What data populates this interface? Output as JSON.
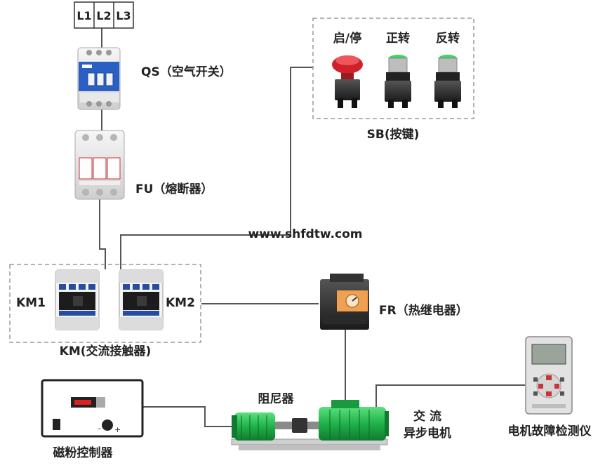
{
  "phases": [
    "L1",
    "L2",
    "L3"
  ],
  "labels": {
    "qs": "QS（空气开关）",
    "fu": "FU（熔断器）",
    "sb": "SB(按键)",
    "km": "KM(交流接触器)",
    "km1": "KM1",
    "km2": "KM2",
    "fr": "FR（热继电器）",
    "watermark": "www.shfdtw.com",
    "damper": "阻尼器",
    "motor_line1": "交 流",
    "motor_line2": "异步电机",
    "controller": "磁粉控制器",
    "detector": "电机故障检测仪"
  },
  "buttons": {
    "start_stop": "启/停",
    "forward": "正转",
    "reverse": "反转"
  },
  "colors": {
    "wire": "#555555",
    "dashed_border": "#9a9a9a",
    "breaker_blue": "#2a5fc4",
    "contactor_blue": "#274e9e",
    "motor_green": "#1fb24a",
    "estop_red": "#d0202a",
    "fr_orange": "#f0a050"
  }
}
